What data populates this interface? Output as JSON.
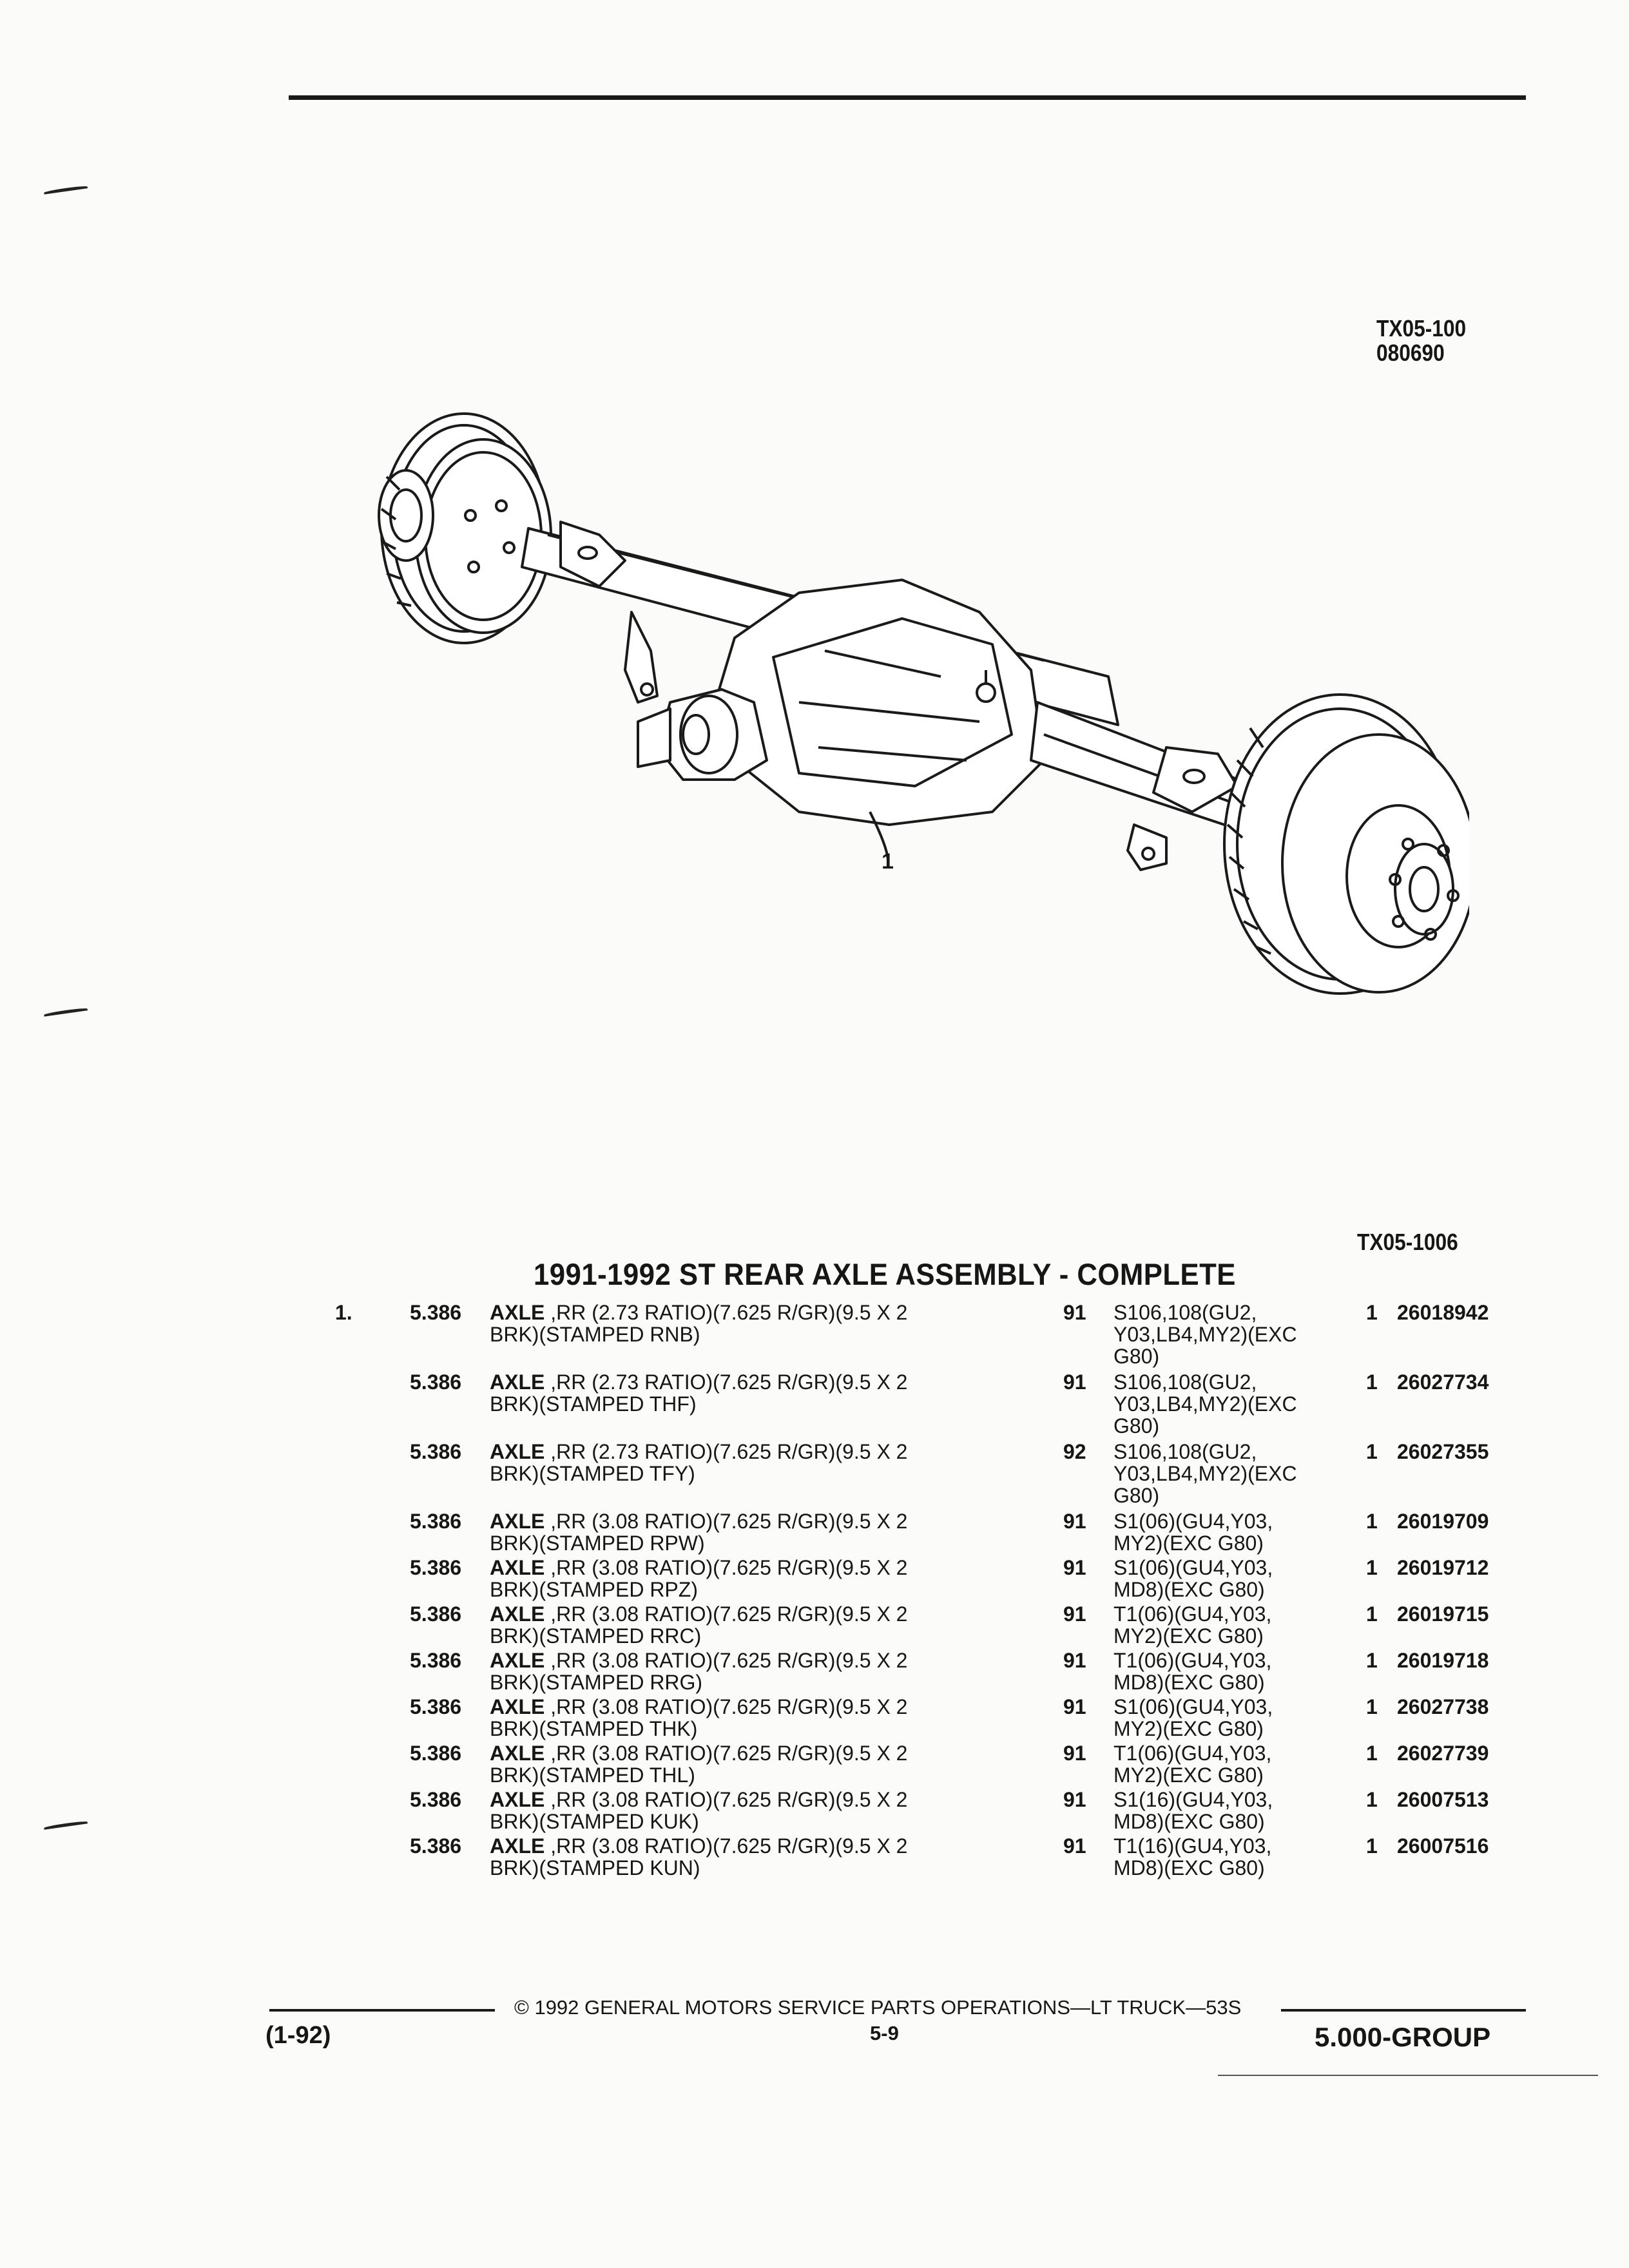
{
  "header": {
    "figure_code": "TX05-100",
    "figure_date": "080690",
    "callout_number": "1",
    "table_ref_code": "TX05-1006"
  },
  "section": {
    "title": "1991-1992 ST REAR AXLE ASSEMBLY - COMPLETE"
  },
  "rows": [
    {
      "item": "1.",
      "group": "5.386",
      "name": "AXLE",
      "desc_lines": [
        ",RR (2.73 RATIO)(7.625 R/GR)(9.5 X 2",
        "BRK)(STAMPED RNB)"
      ],
      "year": "91",
      "app_lines": [
        "S106,108(GU2,",
        "Y03,LB4,MY2)(EXC",
        "G80)"
      ],
      "qty": "1",
      "part": "26018942"
    },
    {
      "item": "",
      "group": "5.386",
      "name": "AXLE",
      "desc_lines": [
        ",RR (2.73 RATIO)(7.625 R/GR)(9.5 X 2",
        "BRK)(STAMPED THF)"
      ],
      "year": "91",
      "app_lines": [
        "S106,108(GU2,",
        "Y03,LB4,MY2)(EXC",
        "G80)"
      ],
      "qty": "1",
      "part": "26027734"
    },
    {
      "item": "",
      "group": "5.386",
      "name": "AXLE",
      "desc_lines": [
        ",RR (2.73 RATIO)(7.625 R/GR)(9.5 X 2",
        "BRK)(STAMPED TFY)"
      ],
      "year": "92",
      "app_lines": [
        "S106,108(GU2,",
        "Y03,LB4,MY2)(EXC",
        "G80)"
      ],
      "qty": "1",
      "part": "26027355"
    },
    {
      "item": "",
      "group": "5.386",
      "name": "AXLE",
      "desc_lines": [
        ",RR (3.08 RATIO)(7.625 R/GR)(9.5 X 2",
        "BRK)(STAMPED RPW)"
      ],
      "year": "91",
      "app_lines": [
        "S1(06)(GU4,Y03,",
        "MY2)(EXC G80)"
      ],
      "qty": "1",
      "part": "26019709"
    },
    {
      "item": "",
      "group": "5.386",
      "name": "AXLE",
      "desc_lines": [
        ",RR (3.08 RATIO)(7.625 R/GR)(9.5 X 2",
        "BRK)(STAMPED RPZ)"
      ],
      "year": "91",
      "app_lines": [
        "S1(06)(GU4,Y03,",
        "MD8)(EXC G80)"
      ],
      "qty": "1",
      "part": "26019712"
    },
    {
      "item": "",
      "group": "5.386",
      "name": "AXLE",
      "desc_lines": [
        ",RR (3.08 RATIO)(7.625 R/GR)(9.5 X 2",
        "BRK)(STAMPED RRC)"
      ],
      "year": "91",
      "app_lines": [
        "T1(06)(GU4,Y03,",
        "MY2)(EXC G80)"
      ],
      "qty": "1",
      "part": "26019715"
    },
    {
      "item": "",
      "group": "5.386",
      "name": "AXLE",
      "desc_lines": [
        ",RR (3.08 RATIO)(7.625 R/GR)(9.5 X 2",
        "BRK)(STAMPED RRG)"
      ],
      "year": "91",
      "app_lines": [
        "T1(06)(GU4,Y03,",
        "MD8)(EXC G80)"
      ],
      "qty": "1",
      "part": "26019718"
    },
    {
      "item": "",
      "group": "5.386",
      "name": "AXLE",
      "desc_lines": [
        ",RR (3.08 RATIO)(7.625 R/GR)(9.5 X 2",
        "BRK)(STAMPED THK)"
      ],
      "year": "91",
      "app_lines": [
        "S1(06)(GU4,Y03,",
        "MY2)(EXC G80)"
      ],
      "qty": "1",
      "part": "26027738"
    },
    {
      "item": "",
      "group": "5.386",
      "name": "AXLE",
      "desc_lines": [
        ",RR (3.08 RATIO)(7.625 R/GR)(9.5 X 2",
        "BRK)(STAMPED THL)"
      ],
      "year": "91",
      "app_lines": [
        "T1(06)(GU4,Y03,",
        "MY2)(EXC G80)"
      ],
      "qty": "1",
      "part": "26027739"
    },
    {
      "item": "",
      "group": "5.386",
      "name": "AXLE",
      "desc_lines": [
        ",RR (3.08 RATIO)(7.625 R/GR)(9.5 X 2",
        "BRK)(STAMPED KUK)"
      ],
      "year": "91",
      "app_lines": [
        "S1(16)(GU4,Y03,",
        "MD8)(EXC G80)"
      ],
      "qty": "1",
      "part": "26007513"
    },
    {
      "item": "",
      "group": "5.386",
      "name": "AXLE",
      "desc_lines": [
        ",RR (3.08 RATIO)(7.625 R/GR)(9.5 X 2",
        "BRK)(STAMPED KUN)"
      ],
      "year": "91",
      "app_lines": [
        "T1(16)(GU4,Y03,",
        "MD8)(EXC G80)"
      ],
      "qty": "1",
      "part": "26007516"
    }
  ],
  "footer": {
    "revision": "(1-92)",
    "copyright": "©  1992  GENERAL MOTORS SERVICE PARTS OPERATIONS—LT TRUCK—53S",
    "page": "5-9",
    "group": "5.000-GROUP"
  }
}
